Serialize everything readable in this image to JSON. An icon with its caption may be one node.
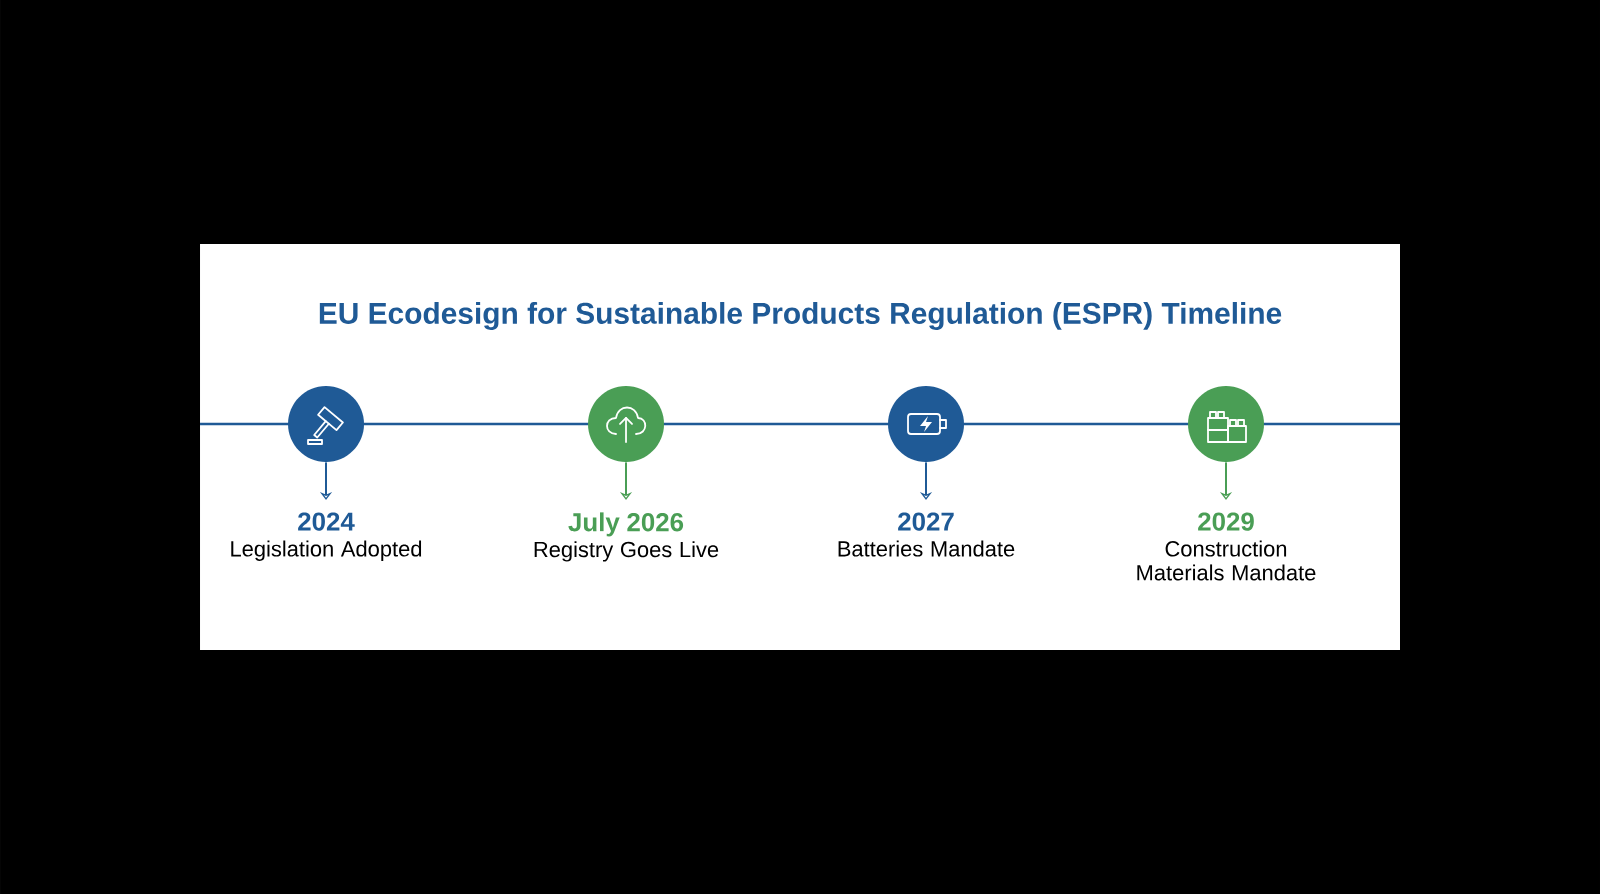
{
  "diagram": {
    "title": "EU Ecodesign for Sustainable Products Regulation (ESPR) Timeline",
    "nodes": [
      {
        "text": [],
        "shape": "circle"
      },
      {
        "text": [],
        "shape": "circle"
      },
      {
        "text": [],
        "shape": "circle"
      },
      {
        "text": [],
        "shape": "circle"
      },
      {
        "text": [
          "2024",
          "Legislation Adopted"
        ]
      },
      {
        "text": [
          "July 2026",
          "Registry Goes Live"
        ]
      },
      {
        "text": [
          "2027",
          "Batteries Mandate"
        ]
      },
      {
        "text": [
          "2029",
          "Construction Materials Mandate"
        ]
      }
    ],
    "edges": [
      {
        "from": 0,
        "to": 4,
        "arrow": "to",
        "color": "#1f5a96"
      },
      {
        "from": 1,
        "to": 5,
        "arrow": "to",
        "color": "#4a9e55"
      },
      {
        "from": 2,
        "to": 6,
        "arrow": "to",
        "color": "#1f5a96"
      },
      {
        "from": 3,
        "to": 7,
        "arrow": "to",
        "color": "#4a9e55"
      }
    ]
  }
}
